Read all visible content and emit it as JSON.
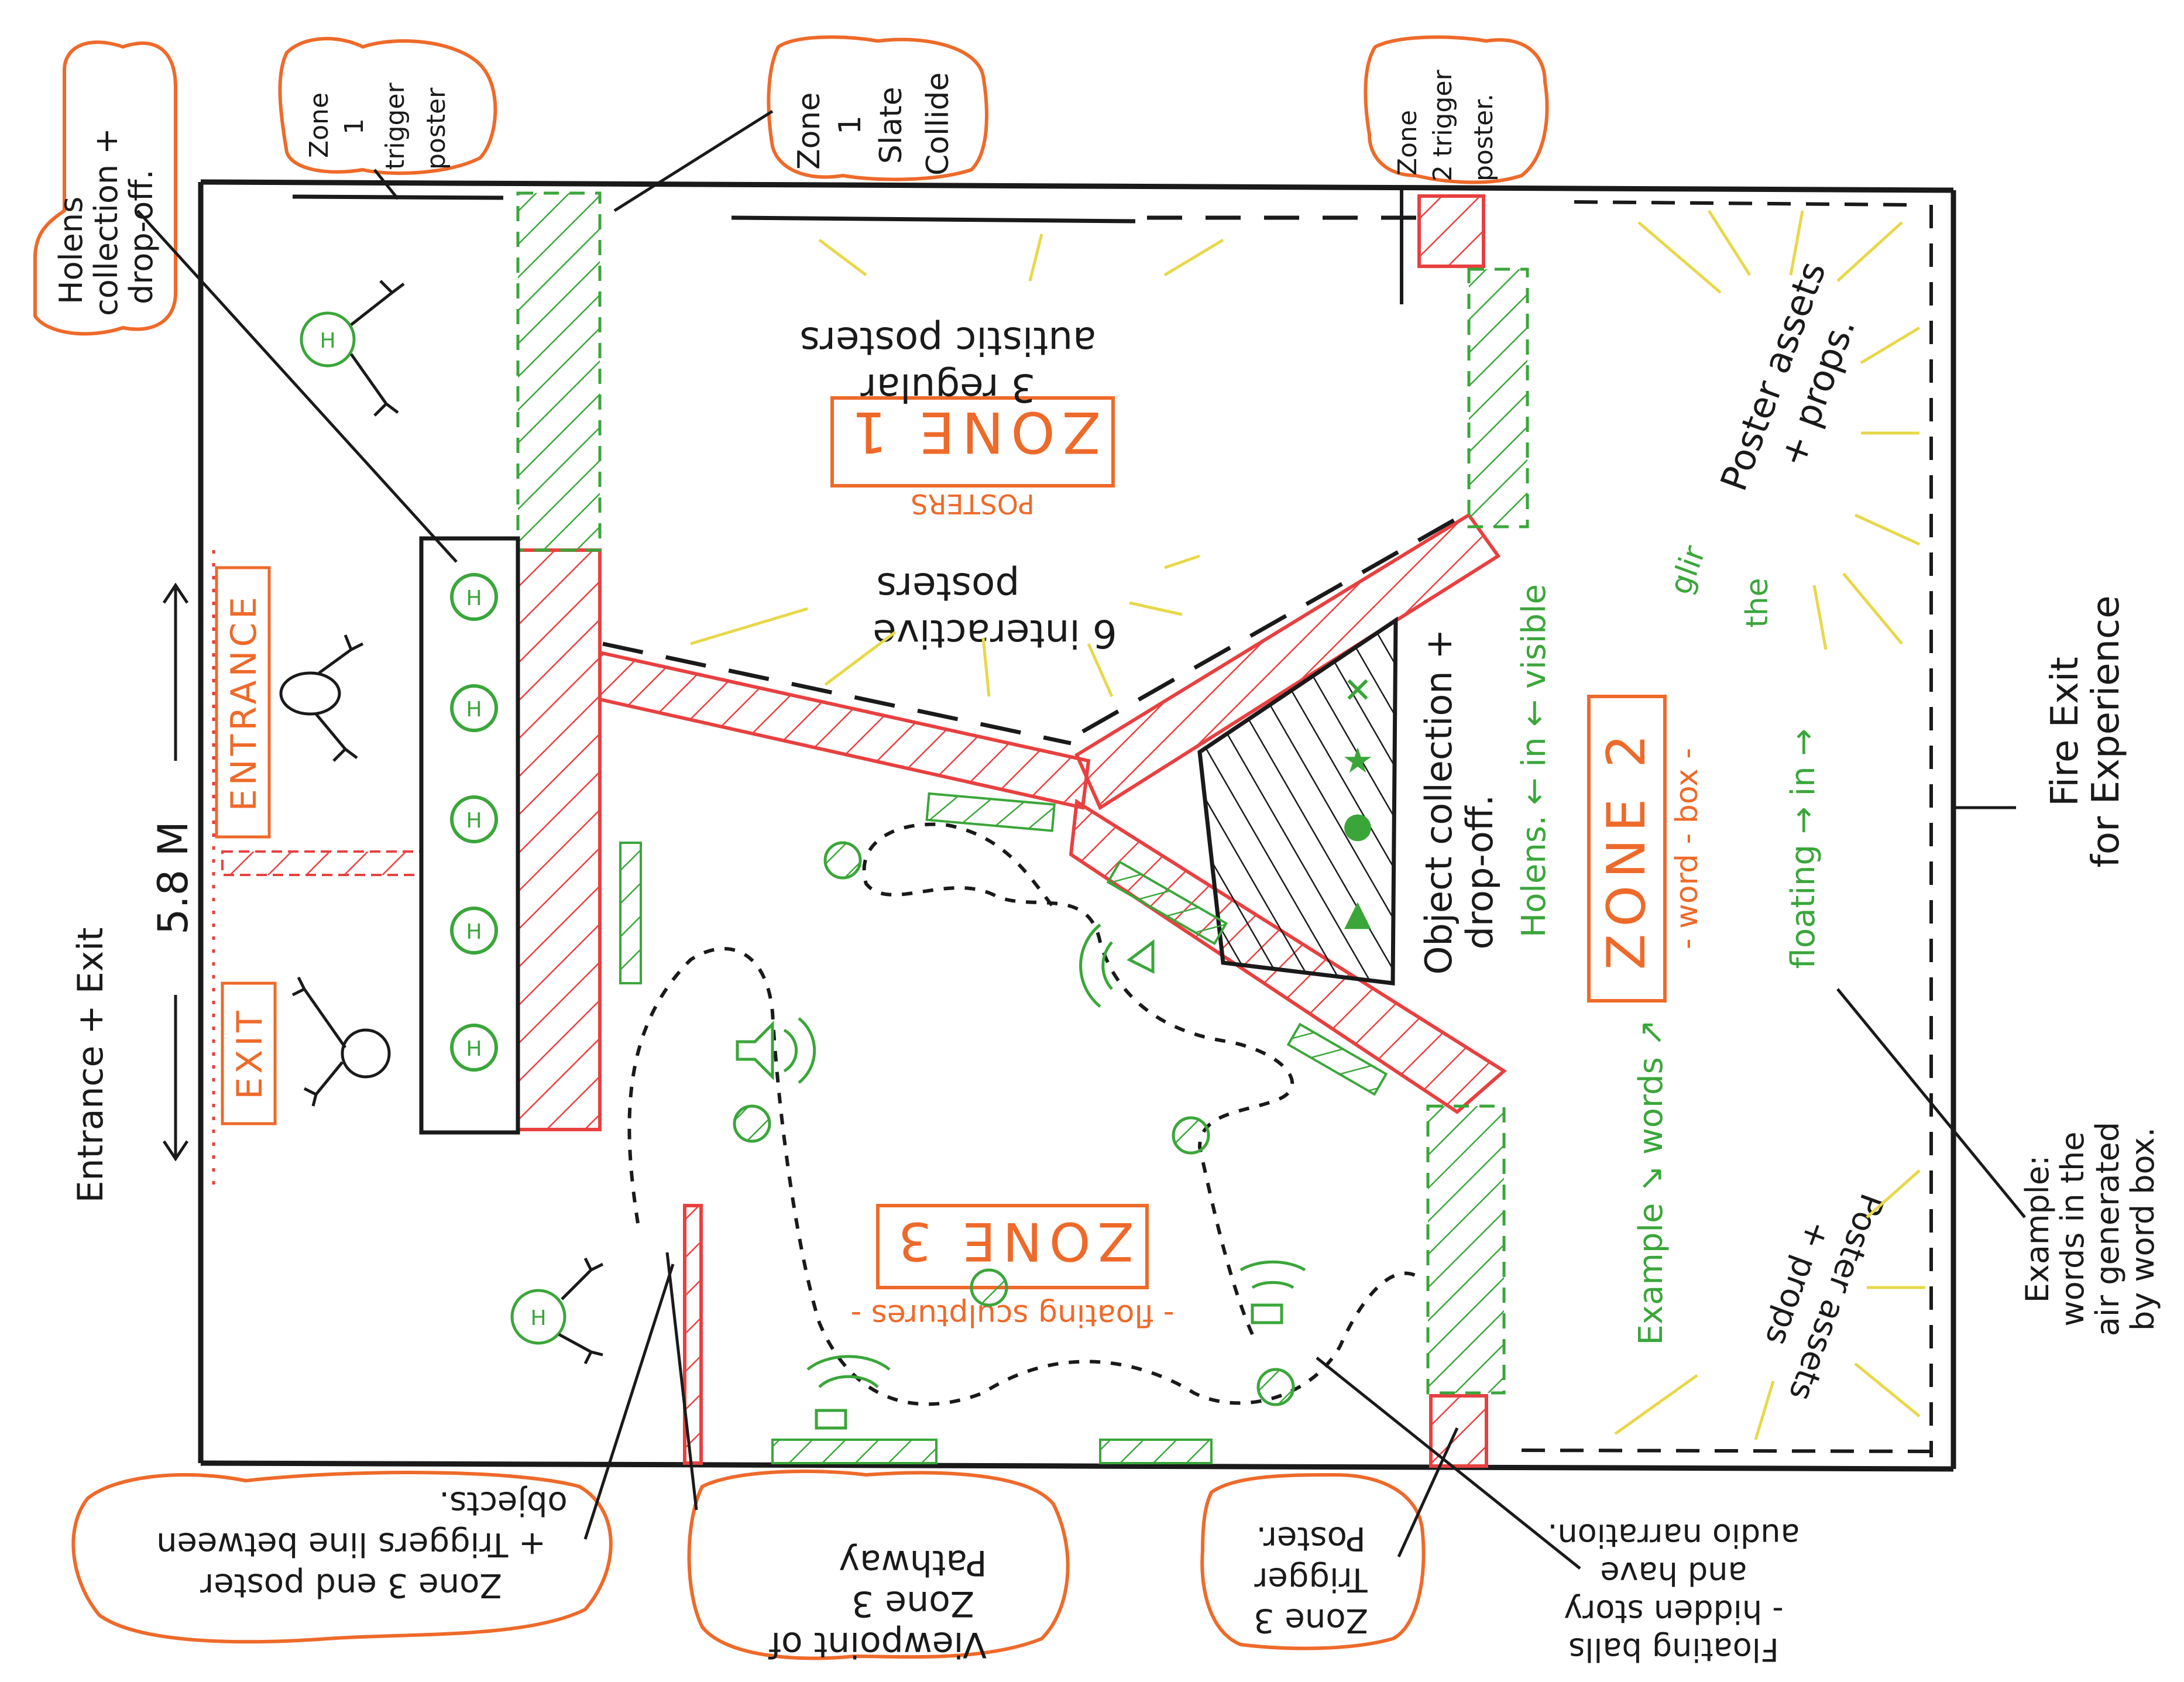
{
  "colors": {
    "ink": "#1a1a1a",
    "orange": "#ee6a2a",
    "red": "#e84040",
    "green": "#3aa63a",
    "yellow": "#e7d84a"
  },
  "zones": {
    "zone1": {
      "title": "ZONE 1",
      "subtitle": "POSTERS"
    },
    "zone2": {
      "title": "ZONE 2",
      "subtitle": "- word - box -"
    },
    "zone3": {
      "title": "ZONE 3",
      "subtitle": "- floating sculptures -"
    }
  },
  "labels": {
    "entrance": "ENTRANCE",
    "exit": "EXIT",
    "dimension": "5.8 M",
    "entrance_exit": "Entrance + Exit",
    "fire_exit": "Fire Exit",
    "fire_exit_2": "for Experience",
    "regular_posters_1": "3 regular",
    "regular_posters_2": "autistic posters",
    "interactive_posters_1": "6 interactive",
    "interactive_posters_2": "posters",
    "object_collection_1": "Object collection +",
    "object_collection_2": "drop-off.",
    "poster_assets_1": "Poster assets",
    "poster_assets_2": "+ props.",
    "poster_assets_lower_1": "Poster assets",
    "poster_assets_lower_2": "+ props",
    "holens_words": "Holens. ← in ← visible",
    "glir": "glir",
    "the": "the",
    "floating_in": "floating → in →",
    "example_words": "Example ↘ words ↗",
    "example_note_1": "Example:",
    "example_note_2": "words in the",
    "example_note_3": "air generated",
    "example_note_4": "by word box."
  },
  "callouts": {
    "holens_collection": [
      "Holens",
      "collection +",
      "drop-off."
    ],
    "zone1_trigger": [
      "Zone",
      "1",
      "trigger",
      "poster"
    ],
    "zone1_slate": [
      "Zone",
      "1",
      "Slate",
      "Collide"
    ],
    "zone2_trigger": [
      "Zone",
      "2 trigger",
      "poster."
    ],
    "zone3_end": [
      "Zone 3 end poster",
      "+ Triggers line between",
      "objects."
    ],
    "viewpoint": [
      "Viewpoint of",
      "Zone 3",
      "Pathway"
    ],
    "zone3_trigger": [
      "Zone 3",
      "Trigger",
      "Poster."
    ],
    "floating_balls": [
      "Floating balls",
      "- hidden story",
      "and have",
      "audio narration."
    ]
  },
  "icons": {
    "hololens": "H",
    "star": "★",
    "cross": "✕",
    "triangle": "▲",
    "circle": "●"
  }
}
